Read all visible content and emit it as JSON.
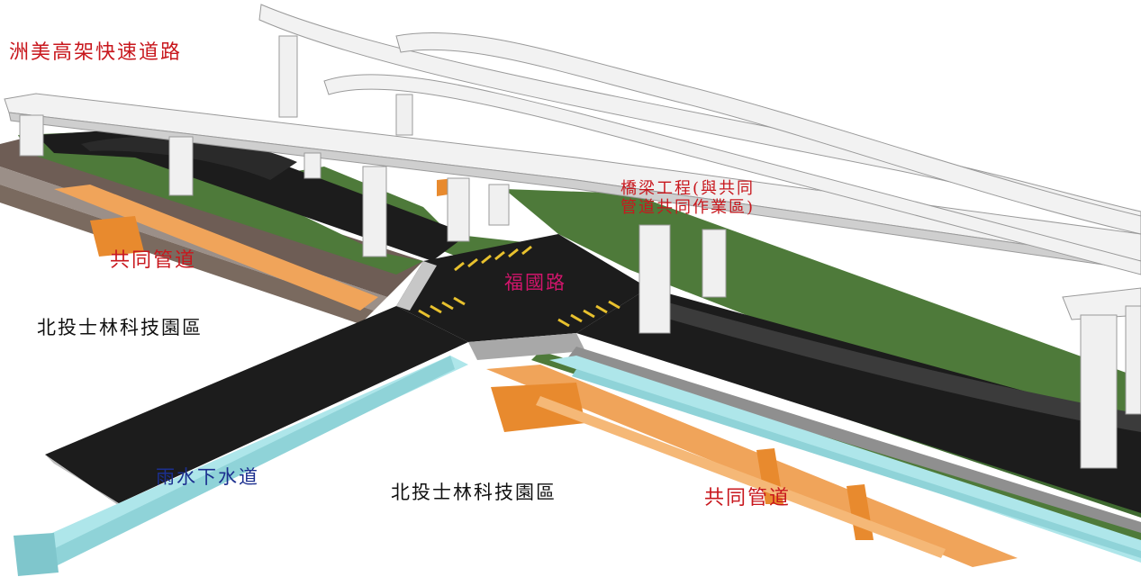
{
  "labels": {
    "expressway": "洲美高架快速道路",
    "bridge_line1": "橋梁工程(與共同",
    "bridge_line2": "管道共同作業區)",
    "utility_tunnel_left": "共同管道",
    "utility_tunnel_right": "共同管道",
    "park_left": "北投士林科技園區",
    "park_bottom": "北投士林科技園區",
    "road": "福國路",
    "storm_sewer": "雨水下水道"
  },
  "colors": {
    "label_red": "#c8171d",
    "label_black": "#111111",
    "label_pink": "#d1156b",
    "label_navy": "#1b2f8f",
    "asphalt": "#1c1c1c",
    "grass": "#4e7a3a",
    "utility_tunnel": "#f0a45a",
    "sewer": "#aee6ea",
    "bridge": "#f2f2f2"
  }
}
